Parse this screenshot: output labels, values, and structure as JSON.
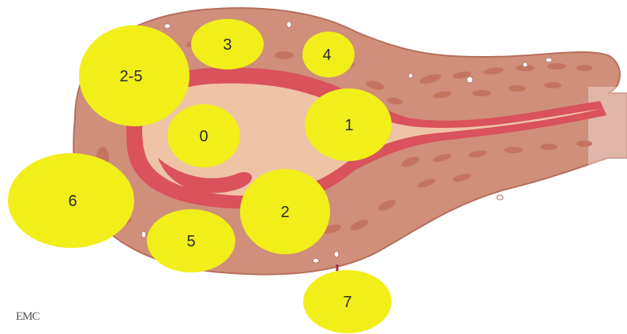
{
  "colors": {
    "outer_tissue": "#cf8f7a",
    "outer_outline": "#b56f5c",
    "muscle_spot": "#c47560",
    "inner_lining": "#d9525c",
    "lumen": "#efc3a6",
    "marker_fill": "#f2ee1a",
    "vessel": "#ffffff"
  },
  "markers": [
    {
      "id": "2-5",
      "label": "2-5"
    },
    {
      "id": "3",
      "label": "3"
    },
    {
      "id": "4",
      "label": "4"
    },
    {
      "id": "0",
      "label": "0"
    },
    {
      "id": "1",
      "label": "1"
    },
    {
      "id": "6",
      "label": "6"
    },
    {
      "id": "2",
      "label": "2"
    },
    {
      "id": "5",
      "label": "5"
    },
    {
      "id": "7",
      "label": "7"
    }
  ],
  "credit": "EMC"
}
